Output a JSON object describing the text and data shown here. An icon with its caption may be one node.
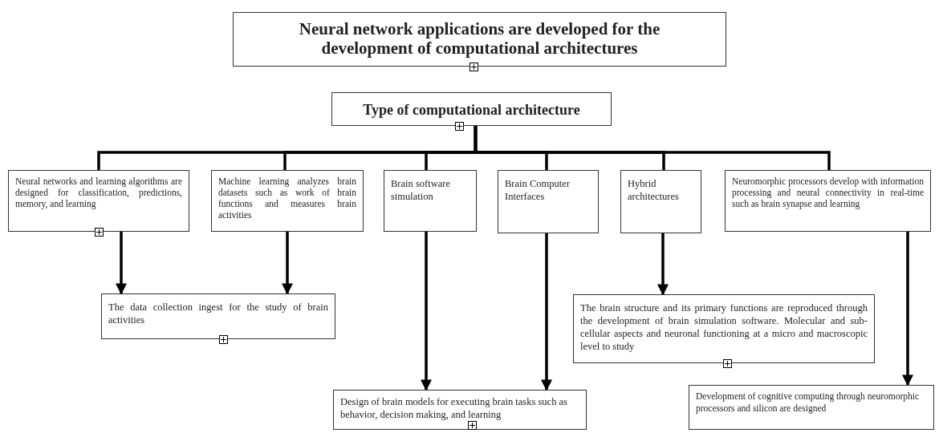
{
  "diagram": {
    "nodes": [
      {
        "text": [
          "Neural network applications are developed for the development of computational architectures"
        ]
      },
      {
        "text": [
          "Type of computational  architecture"
        ]
      },
      {
        "text": [
          "Neural networks and learning algorithms are designed for classification, predictions, memory, and learning"
        ]
      },
      {
        "text": [
          "Machine learning analyzes brain datasets such as work of brain functions and measures brain activities"
        ]
      },
      {
        "text": [
          "Brain software simulation"
        ]
      },
      {
        "text": [
          "Brain Computer Interfaces"
        ]
      },
      {
        "text": [
          "Hybrid architectures"
        ]
      },
      {
        "text": [
          "Neuromorphic processors develop with information processing and neural connectivity in real-time such as brain synapse and learning"
        ]
      },
      {
        "text": [
          "The data collection ingest for the study  of brain activities"
        ]
      },
      {
        "text": [
          "Design of brain models for executing brain tasks such as behavior, decision making, and learning"
        ]
      },
      {
        "text": [
          "The brain structure and its primary functions are reproduced through the development of brain simulation software. Molecular and sub-cellular aspects and neuronal functioning at a micro and macroscopic level to study"
        ]
      },
      {
        "text": [
          "Development of cognitive computing through neuromorphic processors and silicon are designed"
        ]
      }
    ],
    "edges": [
      {
        "from": 1,
        "to": 2,
        "arrow": "none"
      },
      {
        "from": 1,
        "to": 3,
        "arrow": "none"
      },
      {
        "from": 1,
        "to": 4,
        "arrow": "none"
      },
      {
        "from": 1,
        "to": 5,
        "arrow": "none"
      },
      {
        "from": 1,
        "to": 6,
        "arrow": "none"
      },
      {
        "from": 1,
        "to": 7,
        "arrow": "none"
      },
      {
        "from": 2,
        "to": 8,
        "arrow": "to"
      },
      {
        "from": 3,
        "to": 8,
        "arrow": "to"
      },
      {
        "from": 4,
        "to": 9,
        "arrow": "to"
      },
      {
        "from": 5,
        "to": 9,
        "arrow": "to"
      },
      {
        "from": 6,
        "to": 10,
        "arrow": "to"
      },
      {
        "from": 7,
        "to": 11,
        "arrow": "to"
      }
    ]
  }
}
